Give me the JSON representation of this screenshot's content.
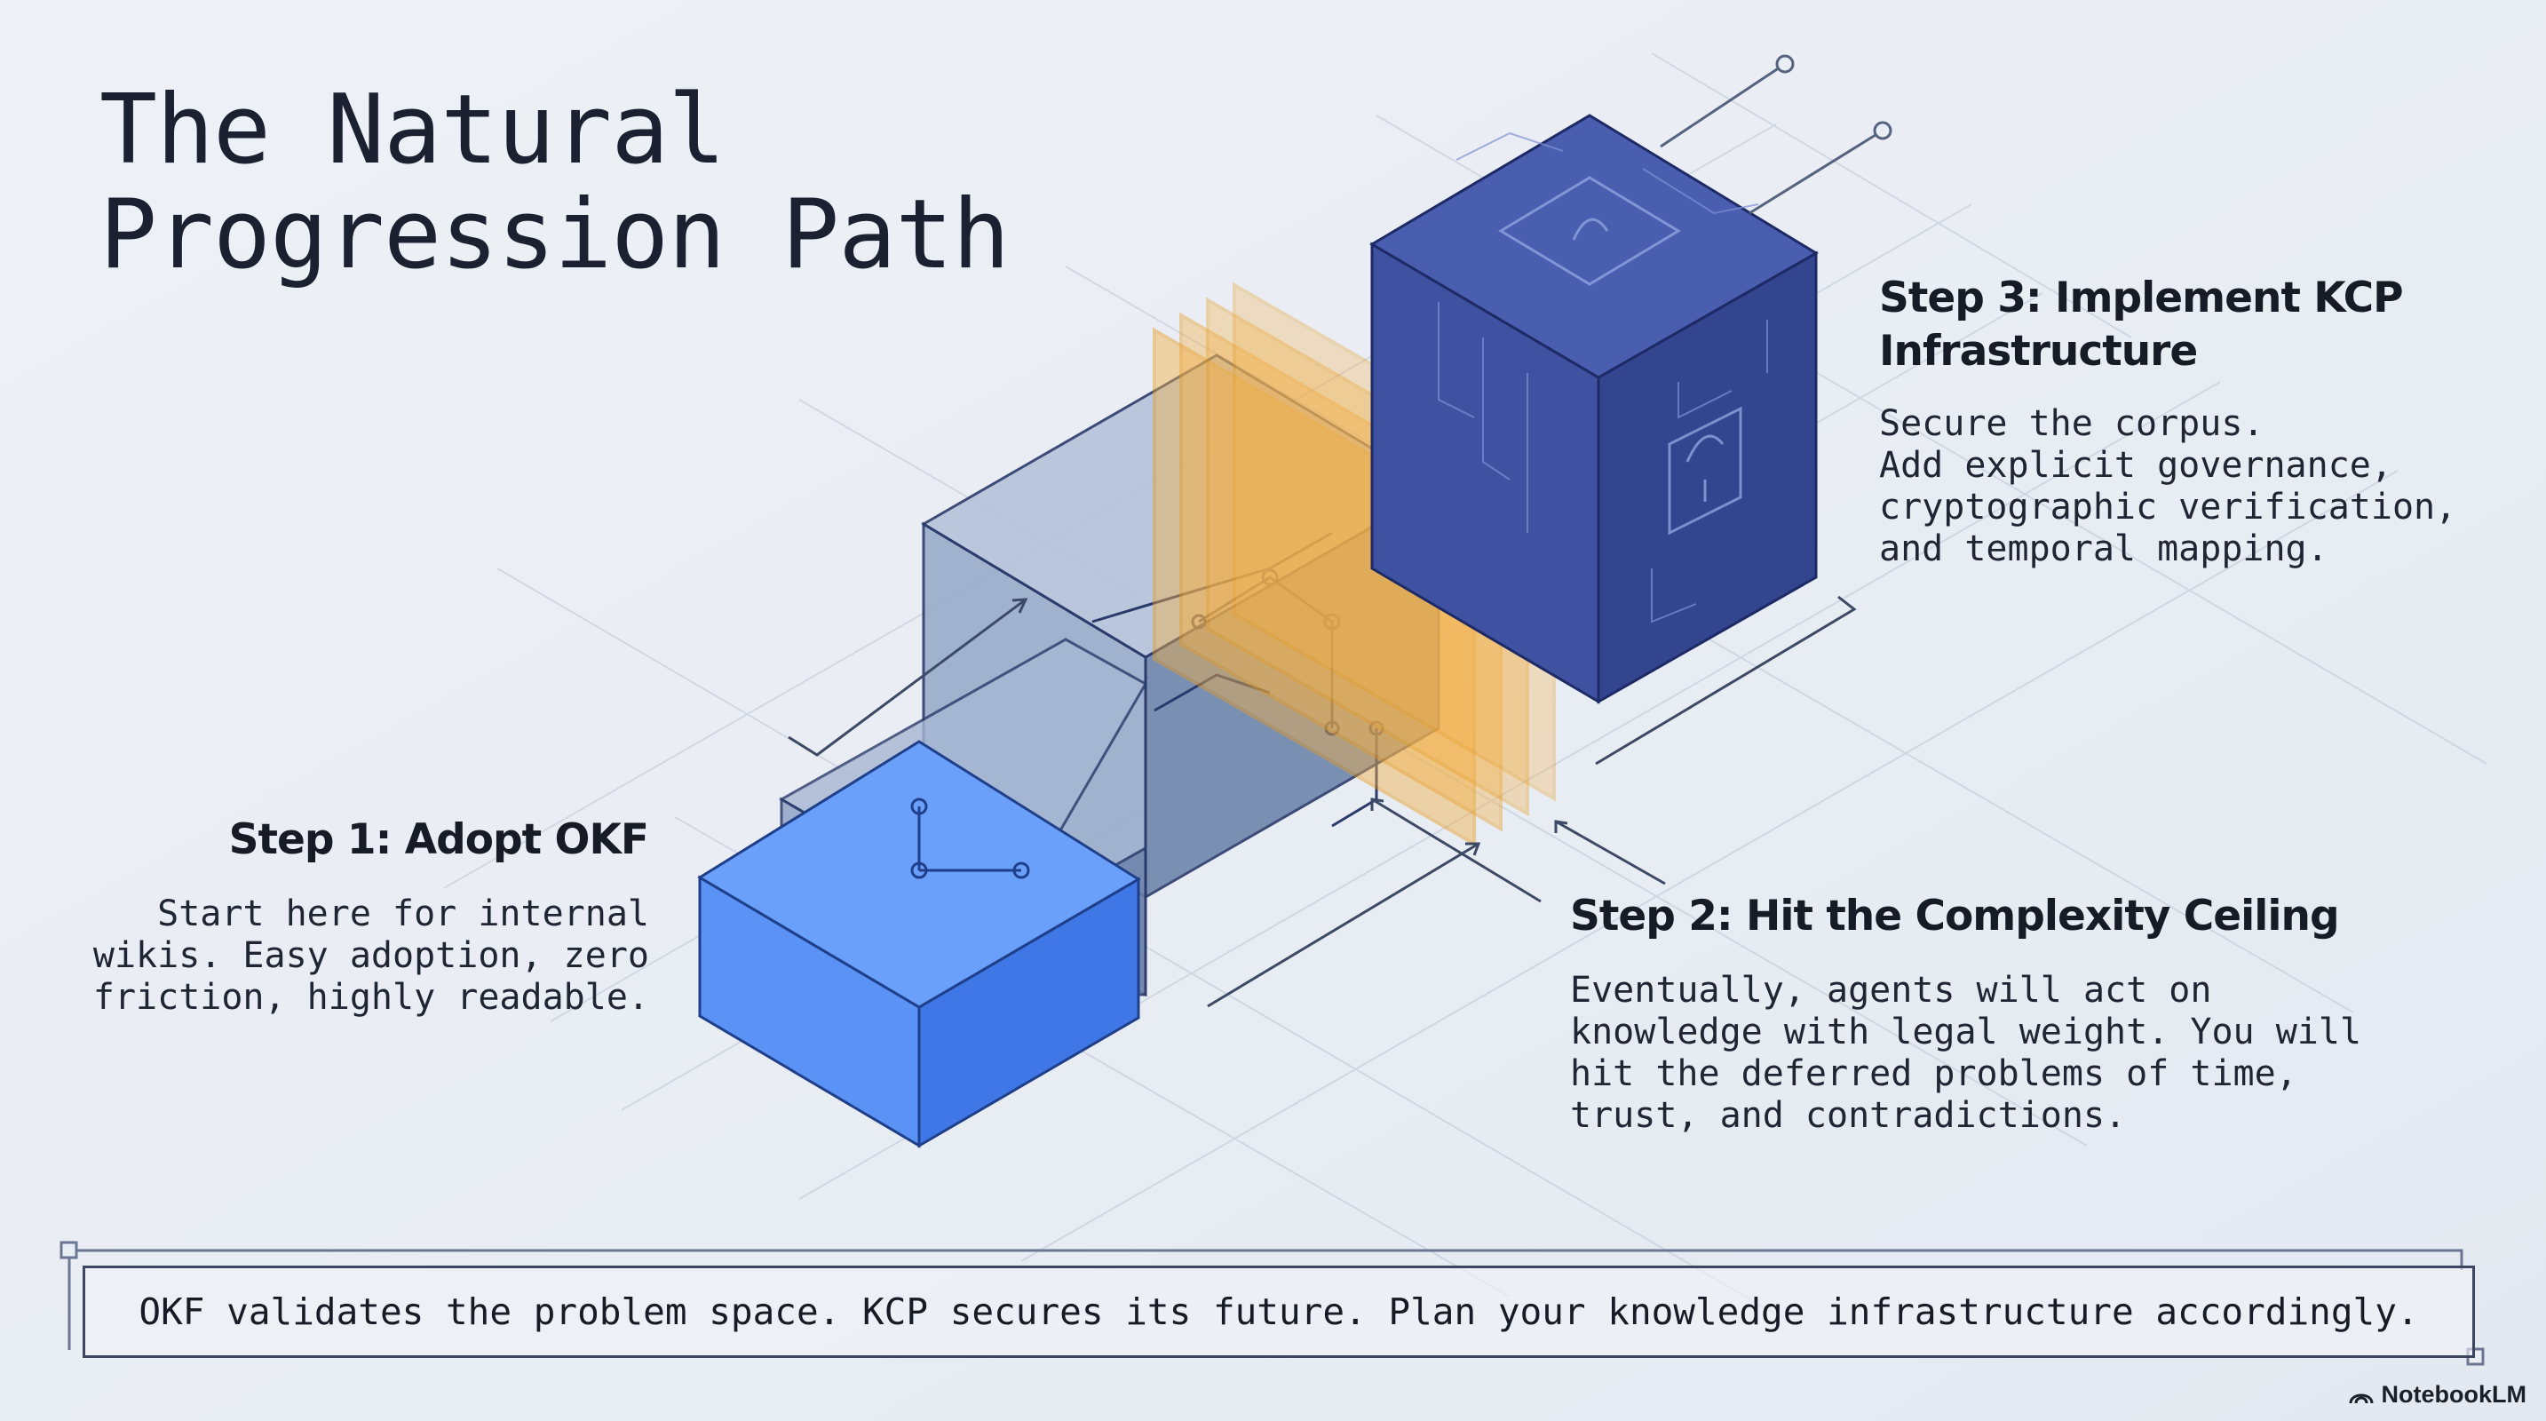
{
  "slide": {
    "title_line1": "The Natural",
    "title_line2": "Progression Path"
  },
  "steps": [
    {
      "heading": "Step 1: Adopt OKF",
      "body": "Start here for internal\nwikis. Easy adoption, zero\nfriction, highly readable."
    },
    {
      "heading": "Step 2: Hit the Complexity Ceiling",
      "body": "Eventually, agents will act on\nknowledge with legal weight. You will\nhit the deferred problems of time,\ntrust, and contradictions."
    },
    {
      "heading": "Step 3: Implement KCP\nInfrastructure",
      "body": "Secure the corpus.\nAdd explicit governance,\ncryptographic verification,\nand temporal mapping."
    }
  ],
  "banner": "OKF validates the problem space. KCP secures its future. Plan your knowledge infrastructure accordingly.",
  "brand": {
    "name": "NotebookLM",
    "icon": "notebooklm-logo-icon"
  },
  "icons": [
    "lock-icon",
    "padlock-icon",
    "circuit-icon",
    "arrow-icon"
  ],
  "colors": {
    "background": "#e9edf4",
    "step1_block": "#4a86f0",
    "step2_block": "#7f95b8",
    "ceiling_planes": "#f2a93b",
    "step3_block": "#3c4d9a",
    "text": "#161b26"
  }
}
